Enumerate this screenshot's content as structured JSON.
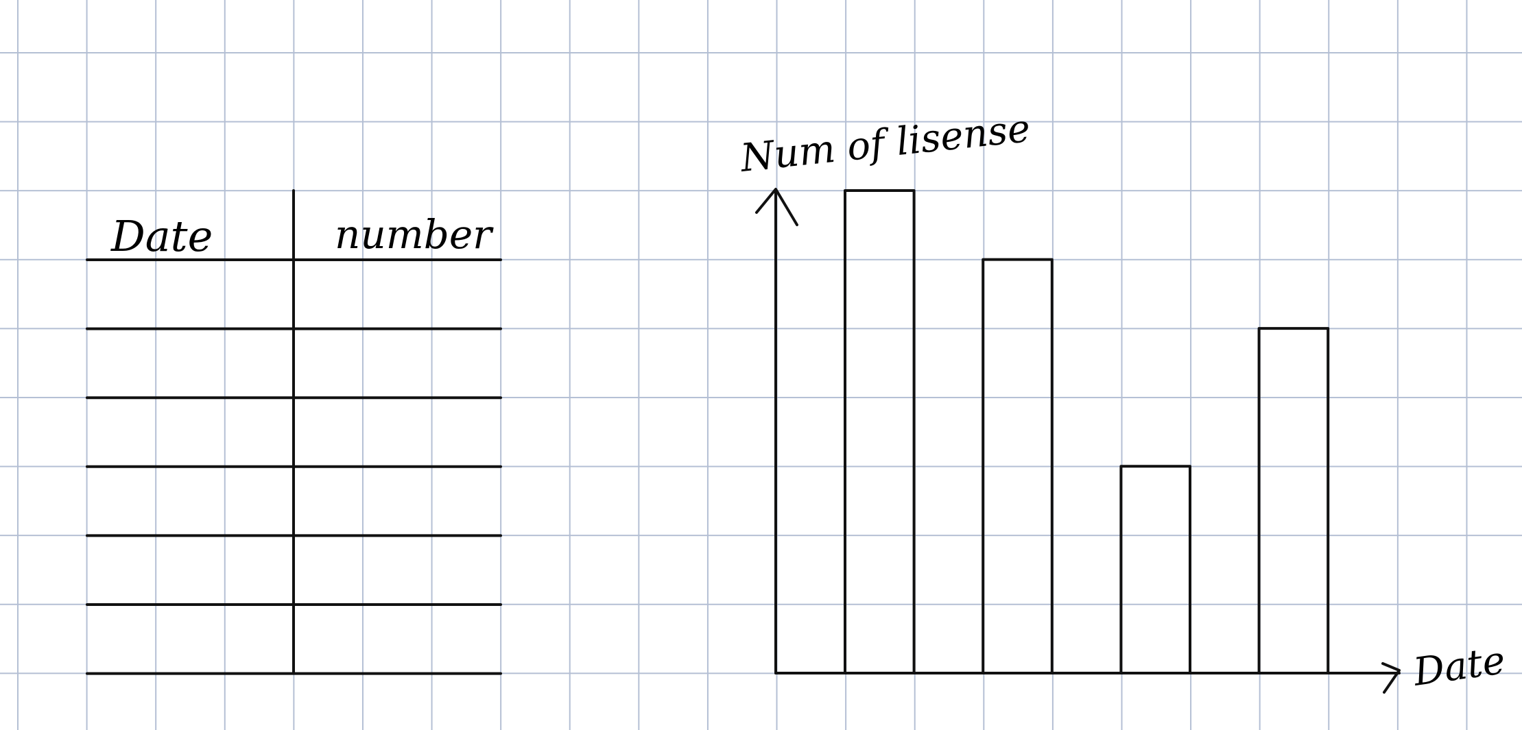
{
  "table": {
    "headers": [
      "Date",
      "number"
    ],
    "rows": [
      [
        "",
        ""
      ],
      [
        "",
        ""
      ],
      [
        "",
        ""
      ],
      [
        "",
        ""
      ],
      [
        "",
        ""
      ],
      [
        "",
        ""
      ]
    ]
  },
  "chart_data": {
    "type": "bar",
    "ylabel": "Num of lisense",
    "xlabel": "Date",
    "categories": [
      "",
      "",
      "",
      ""
    ],
    "values": [
      7,
      6,
      3,
      5
    ],
    "ylim": [
      0,
      7
    ],
    "grid": true
  },
  "colors": {
    "grid": "#b4bfd4",
    "ink": "#111111",
    "paper": "#ffffff"
  }
}
